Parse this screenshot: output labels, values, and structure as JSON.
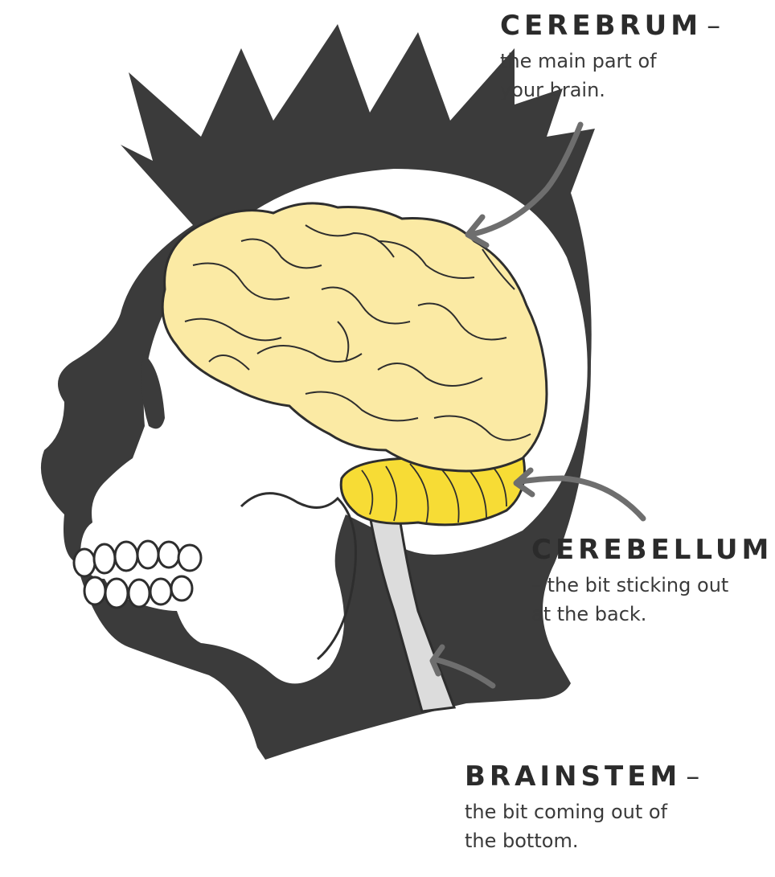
{
  "labels": {
    "cerebrum": {
      "title": "CEREBRUM",
      "dash": "–",
      "description": [
        "the main part of",
        "your brain."
      ]
    },
    "cerebellum": {
      "title": "CEREBELLUM",
      "description": [
        "– the bit sticking out",
        "at the back."
      ]
    },
    "brainstem": {
      "title": "BRAINSTEM",
      "dash": "–",
      "description": [
        "the bit coming out of",
        "the bottom."
      ]
    }
  },
  "colors": {
    "silhouette": "#3b3b3b",
    "skull": "#ffffff",
    "cerebrum": "#fbeaa4",
    "cerebellum": "#f7dc35",
    "brainstem": "#dcdcdc",
    "arrow": "#6e6e6e"
  }
}
